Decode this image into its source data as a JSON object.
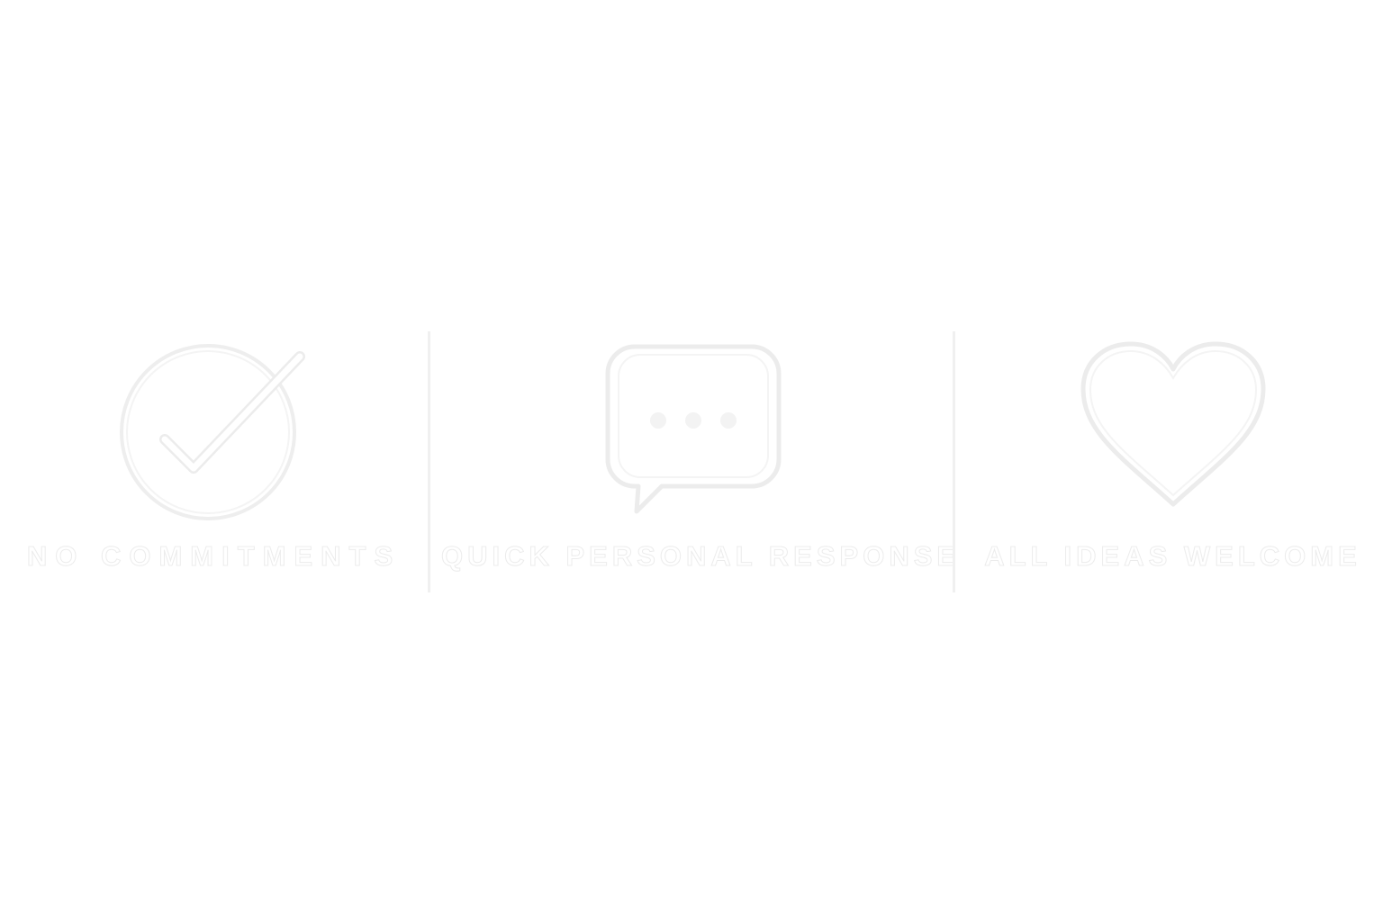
{
  "features": [
    {
      "label": "NO COMMITMENTS",
      "icon": "checkmark-circle-icon"
    },
    {
      "label": "QUICK PERSONAL RESPONSE",
      "icon": "speech-bubble-icon"
    },
    {
      "label": "ALL IDEAS WELCOME",
      "icon": "heart-icon"
    }
  ],
  "colors": {
    "background": "#ffffff",
    "icon_fill": "#ffffff",
    "outline": "#ececec"
  }
}
